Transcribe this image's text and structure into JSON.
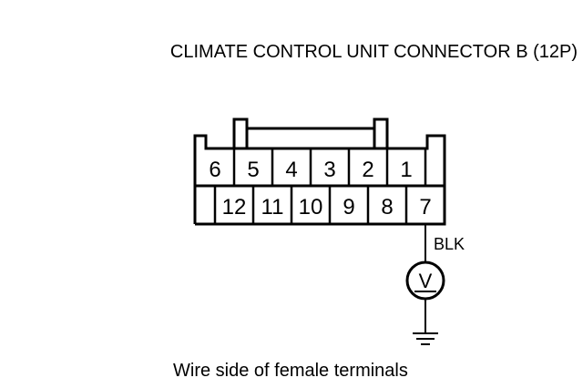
{
  "title": "CLIMATE CONTROL UNIT CONNECTOR B (12P)",
  "connector": {
    "top_row": [
      "6",
      "5",
      "4",
      "3",
      "2",
      "1"
    ],
    "bottom_row": [
      "12",
      "11",
      "10",
      "9",
      "8",
      "7"
    ]
  },
  "wire_label": "BLK",
  "meter_symbol": "V",
  "caption": "Wire side of female terminals"
}
